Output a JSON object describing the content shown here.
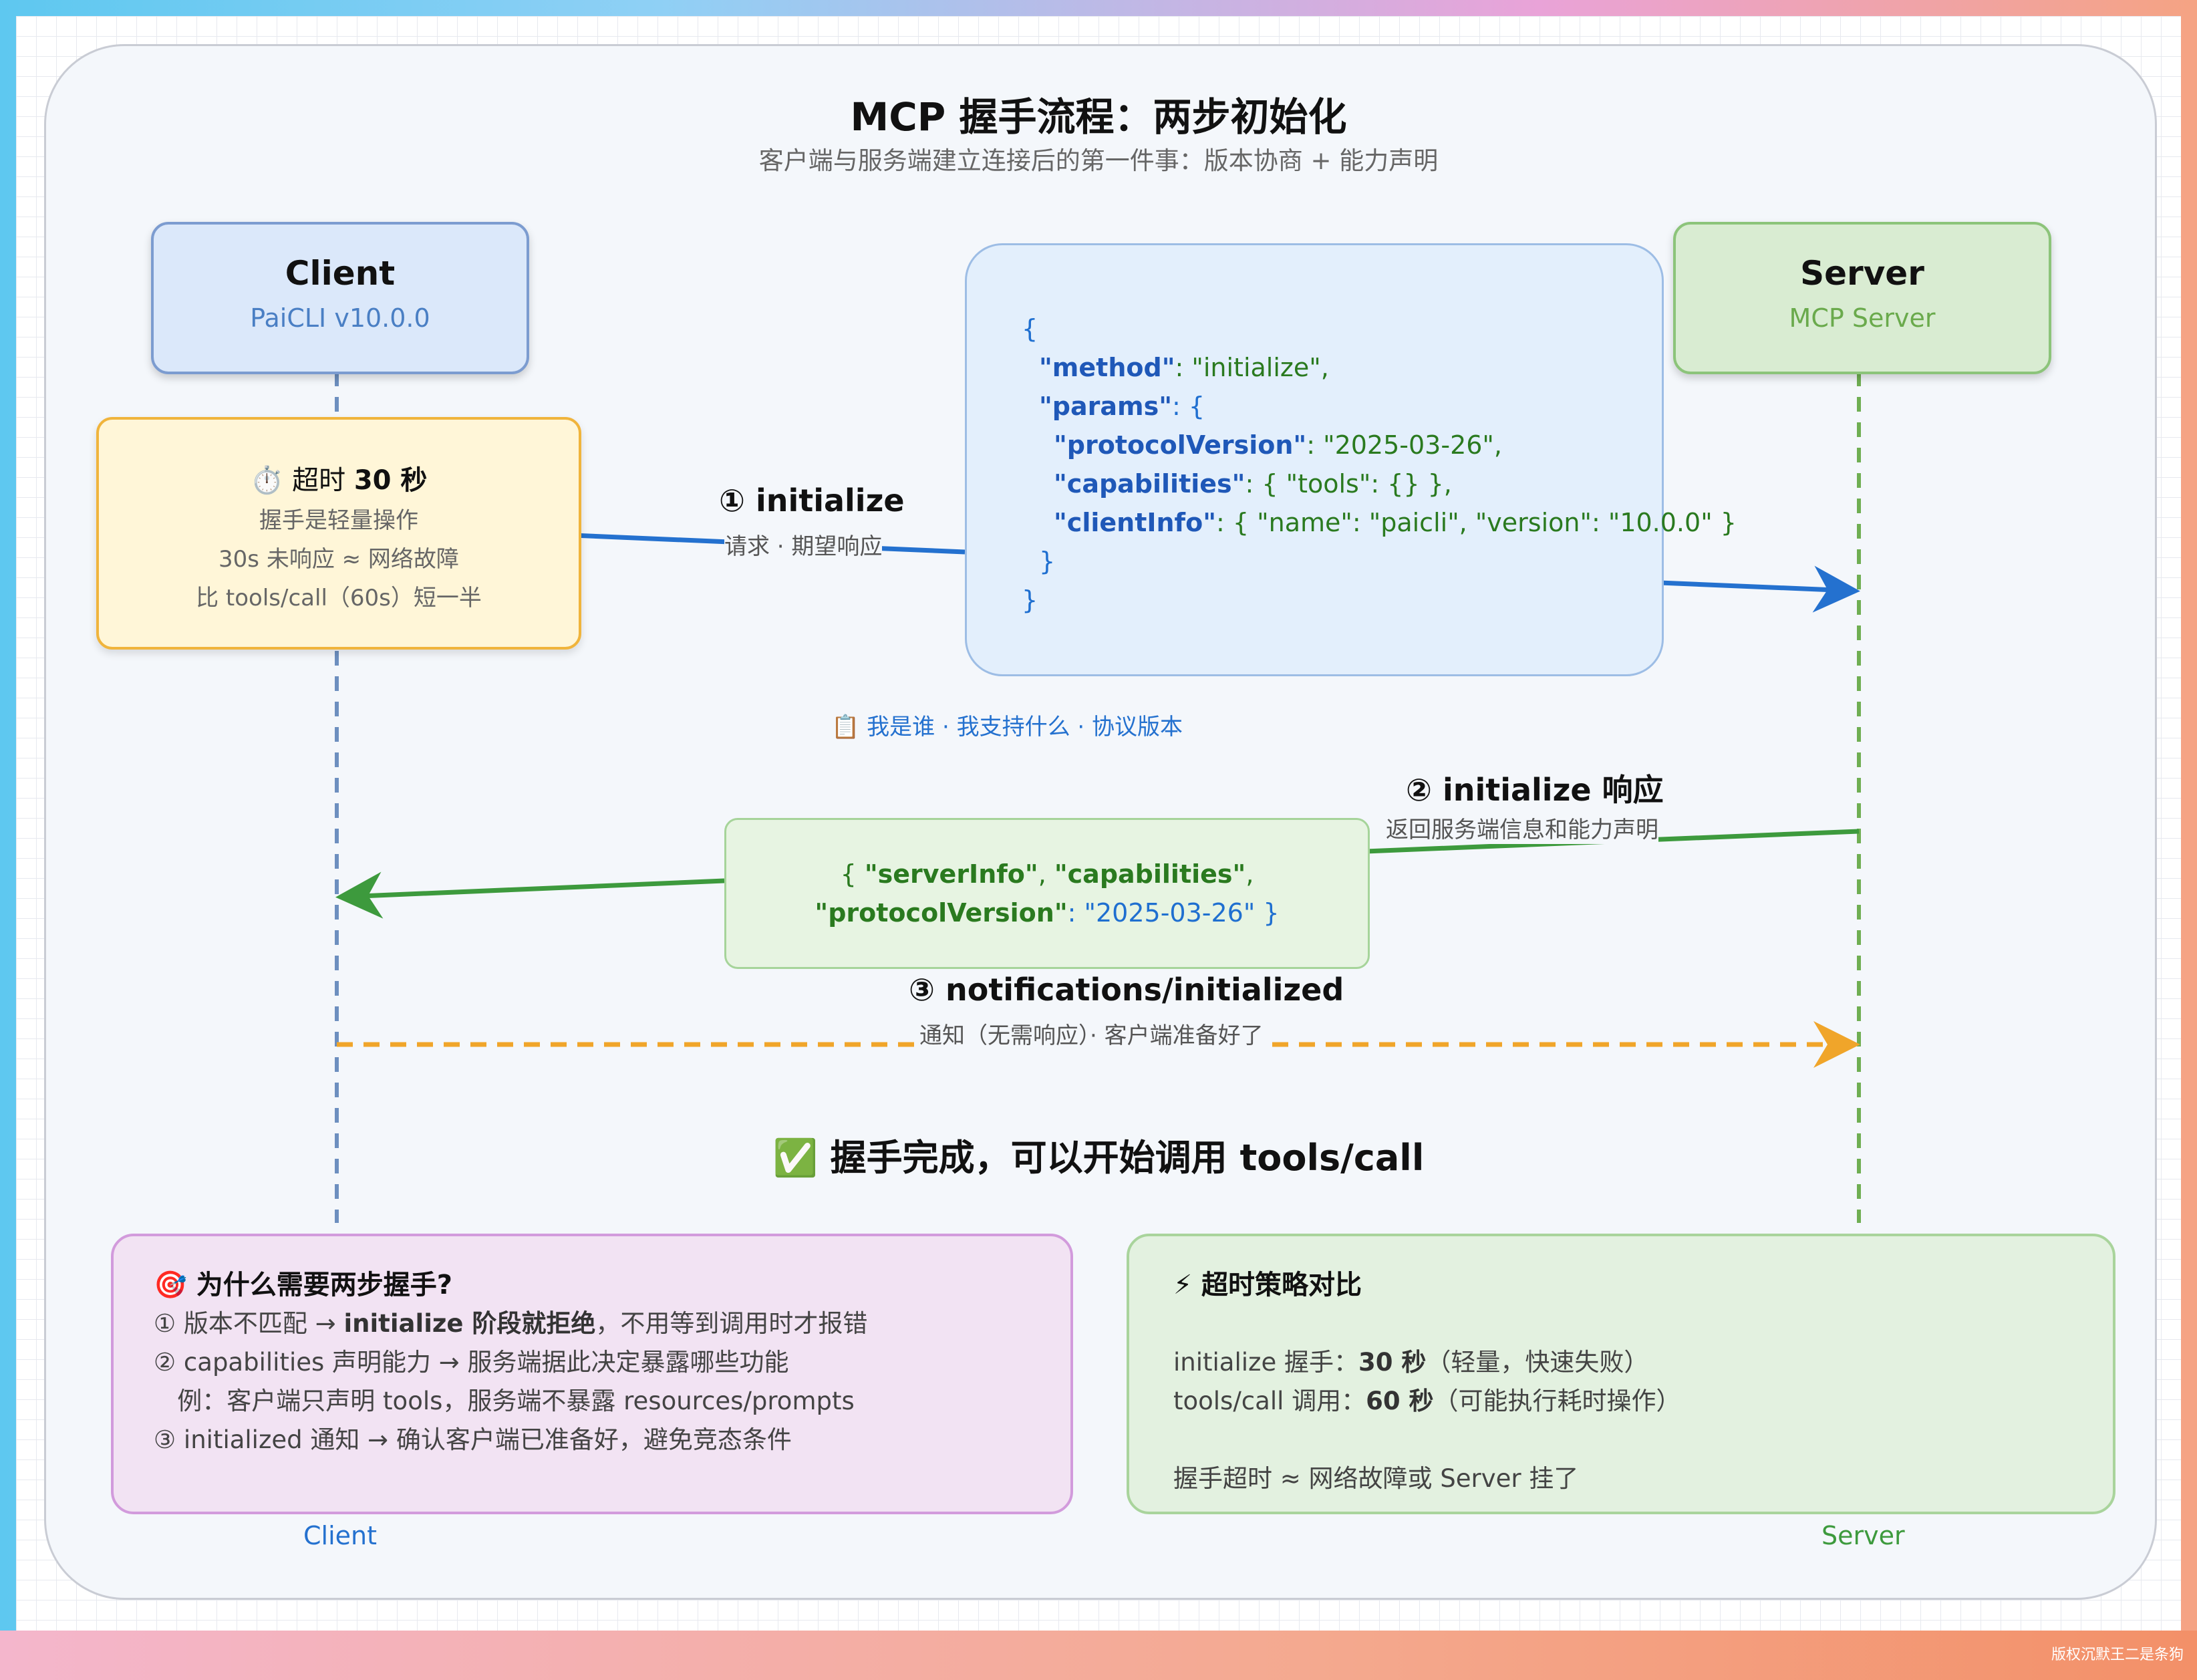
{
  "title": "MCP 握手流程：两步初始化",
  "subtitle": "客户端与服务端建立连接后的第一件事：版本协商 + 能力声明",
  "client": {
    "name": "Client",
    "sub": "PaiCLI v10.0.0",
    "footer": "Client"
  },
  "server": {
    "name": "Server",
    "sub": "MCP Server",
    "footer": "Server"
  },
  "timeout_note": {
    "icon": "stopwatch-icon",
    "title_prefix": "⏱️ 超时 ",
    "title_bold": "30 秒",
    "lines": [
      "握手是轻量操作",
      "30s 未响应 ≈ 网络故障",
      "比 tools/call（60s）短一半"
    ]
  },
  "step1": {
    "title": "① initialize",
    "sub": "请求 · 期望响应",
    "payload": {
      "open": "{",
      "method_key": "\"method\"",
      "method_val": ": \"initialize\",",
      "params_key": "\"params\"",
      "params_open": ": {",
      "pv_key": "\"protocolVersion\"",
      "pv_val": ": \"2025-03-26\",",
      "cap_key": "\"capabilities\"",
      "cap_val": ": { \"tools\": {} },",
      "ci_key": "\"clientInfo\"",
      "ci_val": ": { \"name\": \"paicli\", \"version\": \"10.0.0\" }",
      "inner_close": "}",
      "close": "}"
    },
    "caption": "📋 我是谁 · 我支持什么 · 协议版本"
  },
  "step2": {
    "title": "② initialize 响应",
    "sub": "返回服务端信息和能力声明",
    "payload_line1_open": "{ ",
    "payload_line1_k1": "\"serverInfo\"",
    "payload_line1_sep": ", ",
    "payload_line1_k2": "\"capabilities\"",
    "payload_line1_end": ",",
    "payload_line2_k": "\"protocolVersion\"",
    "payload_line2_v": ": \"2025-03-26\" }"
  },
  "step3": {
    "title": "③ notifications/initialized",
    "sub": "通知（无需响应）· 客户端准备好了"
  },
  "done": "✅ 握手完成，可以开始调用 tools/call",
  "why_box": {
    "title": "🎯 为什么需要两步握手?",
    "l1_pre": "① 版本不匹配 → ",
    "l1_bold": "initialize 阶段就拒绝",
    "l1_post": "，不用等到调用时才报错",
    "l2": "② capabilities 声明能力 → 服务端据此决定暴露哪些功能",
    "l3": "   例：客户端只声明 tools，服务端不暴露 resources/prompts",
    "l4": "③ initialized 通知 → 确认客户端已准备好，避免竞态条件"
  },
  "timeout_box": {
    "title": "⚡ 超时策略对比",
    "l1_pre": "initialize 握手：",
    "l1_bold": "30 秒",
    "l1_post": "（轻量，快速失败）",
    "l2_pre": "tools/call 调用：",
    "l2_bold": "60 秒",
    "l2_post": "（可能执行耗时操作）",
    "l3": "握手超时 ≈ 网络故障或 Server 挂了"
  },
  "watermark": "版权沉默王二是条狗",
  "colors": {
    "request": "#2471cf",
    "response": "#3d9a3d",
    "notify": "#f0a52a",
    "client_line": "#6d8fbf",
    "server_line": "#6fae52"
  }
}
